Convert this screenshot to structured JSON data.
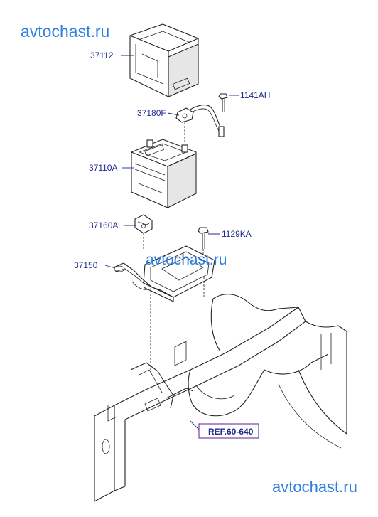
{
  "watermarks": {
    "top": "avtochast.ru",
    "middle": "avtochast.ru",
    "bottom": "avtochast.ru"
  },
  "parts": {
    "tray_cover": "37112",
    "bolt_1": "1141AH",
    "cable": "37180F",
    "battery": "37110A",
    "clamp": "37160A",
    "bolt_2": "1129KA",
    "tray": "37150"
  },
  "reference": "REF.60-640",
  "colors": {
    "watermark": "#2f7fe0",
    "part_label": "#1f2a8a",
    "ref_box": "#7a3fa8"
  }
}
